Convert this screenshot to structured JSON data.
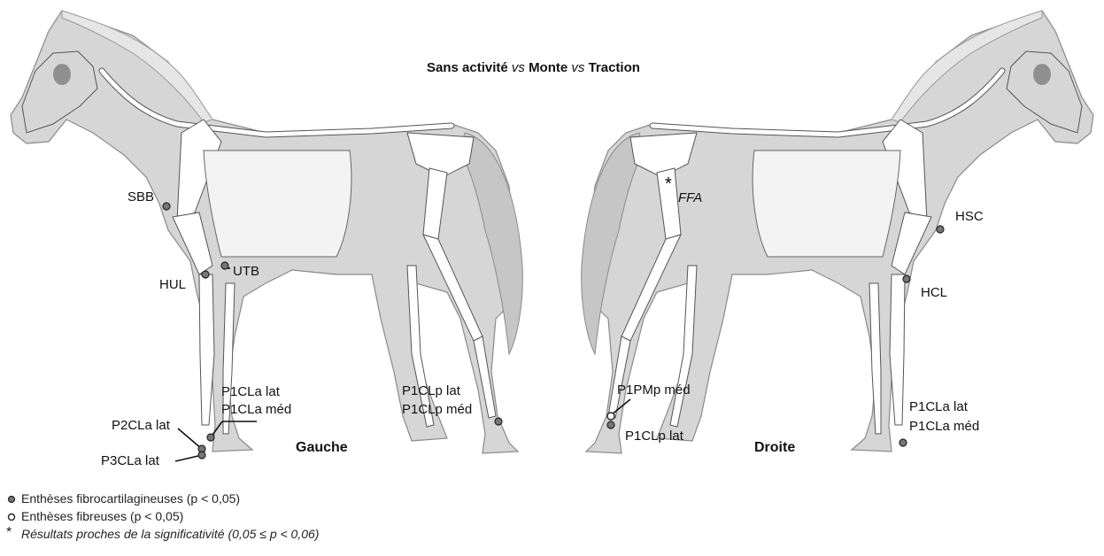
{
  "title": {
    "part1": "Sans activité",
    "vs1": "vs",
    "part2": "Monte",
    "vs2": "vs",
    "part3": "Traction"
  },
  "sides": {
    "left": "Gauche",
    "right": "Droite"
  },
  "labels": {
    "sbb": "SBB",
    "hul": "HUL",
    "utb": "UTB",
    "p1cla_lat": "P1CLa lat",
    "p1cla_med": "P1CLa méd",
    "p2cla_lat": "P2CLa lat",
    "p3cla_lat": "P3CLa lat",
    "p1clp_lat": "P1CLp lat",
    "p1clp_med": "P1CLp méd",
    "ffa": "FFA",
    "p1pmp_med": "P1PMp méd",
    "p1clp_lat_r": "P1CLp lat",
    "hsc": "HSC",
    "hcl": "HCL",
    "p1cla_lat_r": "P1CLa lat",
    "p1cla_med_r": "P1CLa méd"
  },
  "legend": [
    {
      "icon": "filled-circle",
      "text": "Enthèses fibrocartilagineuses (p < 0,05)"
    },
    {
      "icon": "open-circle",
      "text": "Enthèses fibreuses (p < 0,05)"
    },
    {
      "icon": "asterisk",
      "text": "Résultats proches de la significativité (0,05 ≤ p < 0,06)"
    }
  ],
  "colors": {
    "body": "#d6d6d6",
    "outline": "#8a8a8a",
    "bone": "#ffffff",
    "bone_outline": "#555555",
    "marker": "#777777",
    "eye": "#8f8f8f"
  }
}
